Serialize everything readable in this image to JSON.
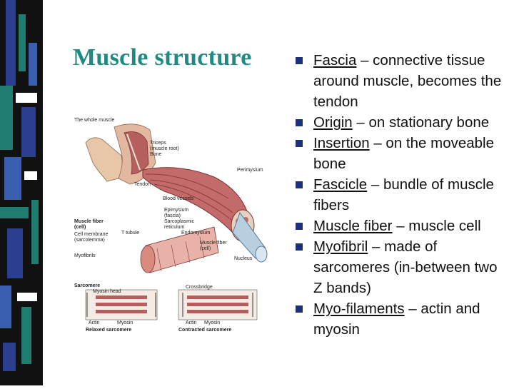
{
  "title": "Muscle structure",
  "colors": {
    "title": "#1e8a82",
    "bullet_marker": "#1c2f7a",
    "muscle": "#b65f5f",
    "tendon": "#e9e2cf",
    "stripe": [
      "#111111",
      "#1a1a1a",
      "#2a3f8f",
      "#1e7d6e",
      "#0d0d0d"
    ]
  },
  "bullets": [
    {
      "term": "Fascia",
      "text": " – connective tissue around muscle, becomes the tendon"
    },
    {
      "term": "Origin",
      "text": " – on stationary bone"
    },
    {
      "term": "Insertion",
      "text": " – on the moveable bone"
    },
    {
      "term": "Fascicle",
      "text": " – bundle of muscle fibers"
    },
    {
      "term": "Muscle fiber",
      "text": " – muscle cell"
    },
    {
      "term": "Myofibril",
      "text": " – made of sarcomeres (in-between two Z bands)"
    },
    {
      "term": "Myo-filaments",
      "text": " – actin and myosin"
    }
  ],
  "figure": {
    "labels": {
      "whole_muscle": "The whole muscle",
      "triceps": "Triceps",
      "muscle_root": "(muscle root)",
      "bone": "Bone",
      "tendon": "Tendon",
      "perimysium": "Perimysium",
      "blood_vessels": "Blood vessels",
      "epimysium": "Epimysium",
      "fascia": "(fascia)",
      "sarcoplasmic": "Sarcoplasmic",
      "reticulum": "reticulum",
      "endomysium": "Endomysium",
      "muscle_fiber_cell": "Muscle fiber",
      "cell": "(cell)",
      "t_tubule": "T tubule",
      "cell_membrane": "Cell membrane",
      "sarcolemma": "(sarcolemma)",
      "muscle_fiber_cell2": "Muscle fiber",
      "cell2": "(cell)",
      "nucleus": "Nucleus",
      "myofibrils": "Myofibrils",
      "sarcomere": "Sarcomere",
      "myosin_head": "Myosin head",
      "crossbridge": "Crossbridge",
      "actin": "Actin",
      "myosin": "Myosin",
      "actin2": "Actin",
      "myosin2": "Myosin",
      "relaxed": "Relaxed sarcomere",
      "contracted": "Contracted sarcomere"
    }
  }
}
